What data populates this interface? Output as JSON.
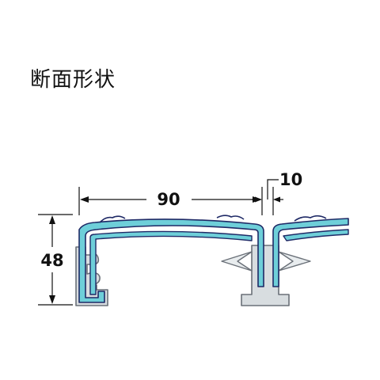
{
  "title": "断面形状",
  "dimensions": {
    "width_label": "90",
    "gap_label": "10",
    "height_label": "48"
  },
  "colors": {
    "profile_fill": "#6ecfd9",
    "profile_stroke": "#1f2a66",
    "base_fill": "#d8dde0",
    "base_stroke": "#6a7078",
    "dimension_line": "#111111"
  }
}
